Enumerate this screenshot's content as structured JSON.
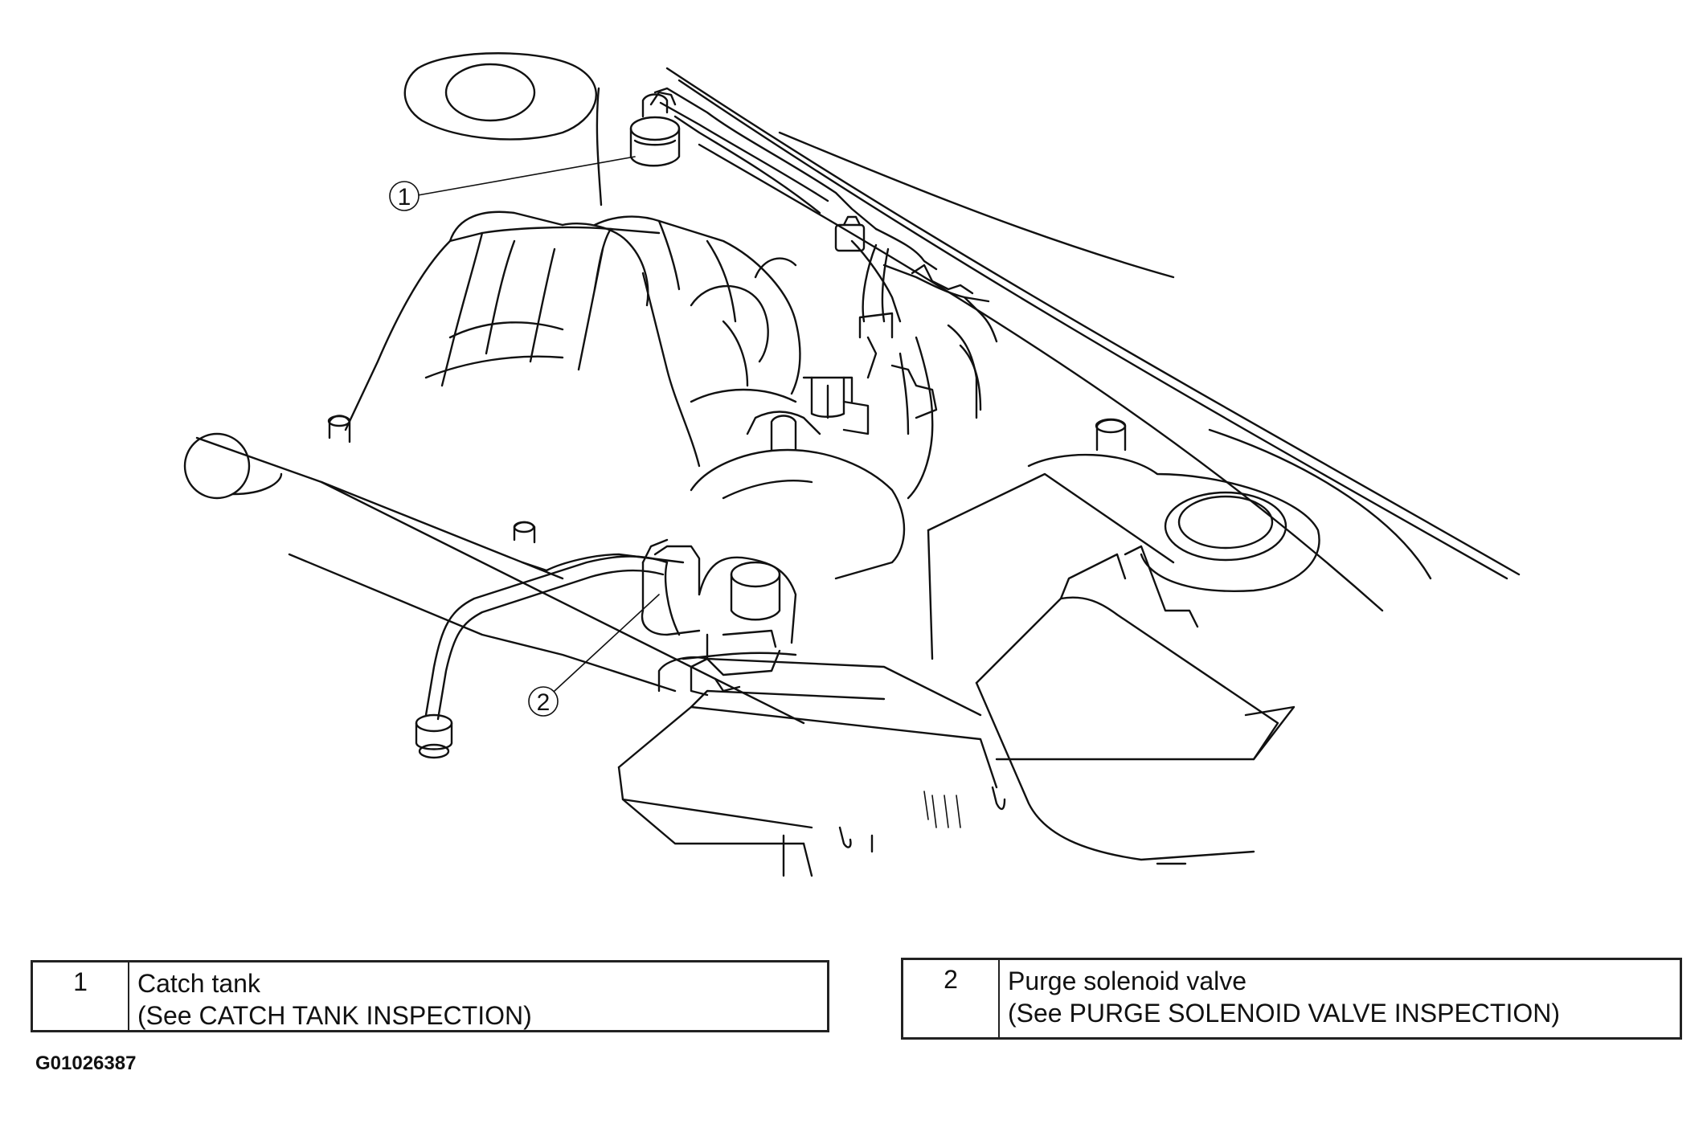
{
  "diagram": {
    "callouts": [
      {
        "number": "1",
        "target": "catch-tank"
      },
      {
        "number": "2",
        "target": "purge-solenoid-valve"
      }
    ]
  },
  "legend": [
    {
      "number": "1",
      "name": "Catch tank",
      "reference": "(See CATCH TANK INSPECTION)"
    },
    {
      "number": "2",
      "name": "Purge solenoid valve",
      "reference": "(See  PURGE SOLENOID VALVE INSPECTION)"
    }
  ],
  "figure_id": "G01026387"
}
